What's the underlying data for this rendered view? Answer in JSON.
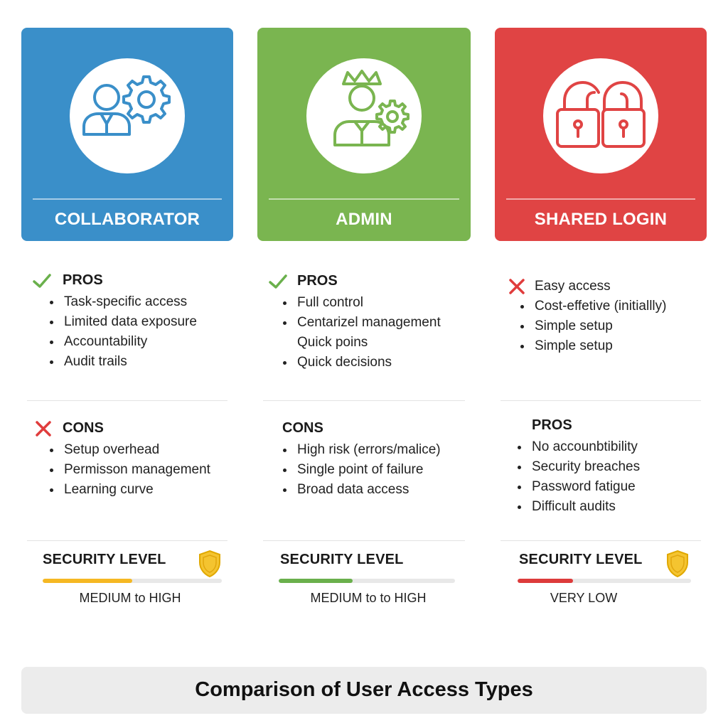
{
  "colors": {
    "collaborator": "#3a8fc9",
    "admin": "#7ab550",
    "shared_login": "#e04444",
    "pros_check": "#6ab04c",
    "cons_cross": "#e03c3c",
    "shield": "#f4c430",
    "bar_yellow": "#f5b823",
    "bar_green": "#6ab04c",
    "bar_red": "#dd3b3b"
  },
  "columns": [
    {
      "title": "COLLABORATOR",
      "icon": "user-gear-icon",
      "section1": {
        "heading": "PROS",
        "mark": "check-icon",
        "items": [
          "Task-specific access",
          "Limited data exposure",
          "Accountability",
          "Audit trails"
        ]
      },
      "section2": {
        "heading": "CONS",
        "mark": "cross-icon",
        "items": [
          "Setup overhead",
          "Permisson management",
          "Learning curve"
        ]
      },
      "security": {
        "label": "SECURITY LEVEL",
        "value": "MEDIUM to HIGH",
        "level": 0.5,
        "shield": true
      }
    },
    {
      "title": "ADMIN",
      "icon": "crowned-user-gear-icon",
      "section1": {
        "heading": "PROS",
        "mark": "check-icon",
        "items": [
          "Full control",
          "Centarizel management",
          "Quick poins",
          "Quick decisions"
        ]
      },
      "section2": {
        "heading": "CONS",
        "mark": "",
        "items": [
          "High risk (errors/malice)",
          "Single point of failure",
          "Broad data access"
        ]
      },
      "security": {
        "label": "SECURITY LEVEL",
        "value": "MEDIUM to to HIGH",
        "level": 0.42,
        "shield": false
      }
    },
    {
      "title": "SHARED LOGIN",
      "icon": "linked-padlocks-icon",
      "section1": {
        "heading": "",
        "mark": "cross-icon",
        "items": [
          "Easy access",
          "Cost-effetive (initiallly)",
          "Simple setup",
          "Simple setup"
        ]
      },
      "section2": {
        "heading": "PROS",
        "mark": "",
        "items": [
          "No accounbtibility",
          "Security breaches",
          "Password fatigue",
          "Difficult audits"
        ]
      },
      "security": {
        "label": "SECURITY LEVEL",
        "value": "VERY LOW",
        "level": 0.32,
        "shield": true
      }
    }
  ],
  "footer": {
    "title": "Comparison of User Access Types"
  }
}
